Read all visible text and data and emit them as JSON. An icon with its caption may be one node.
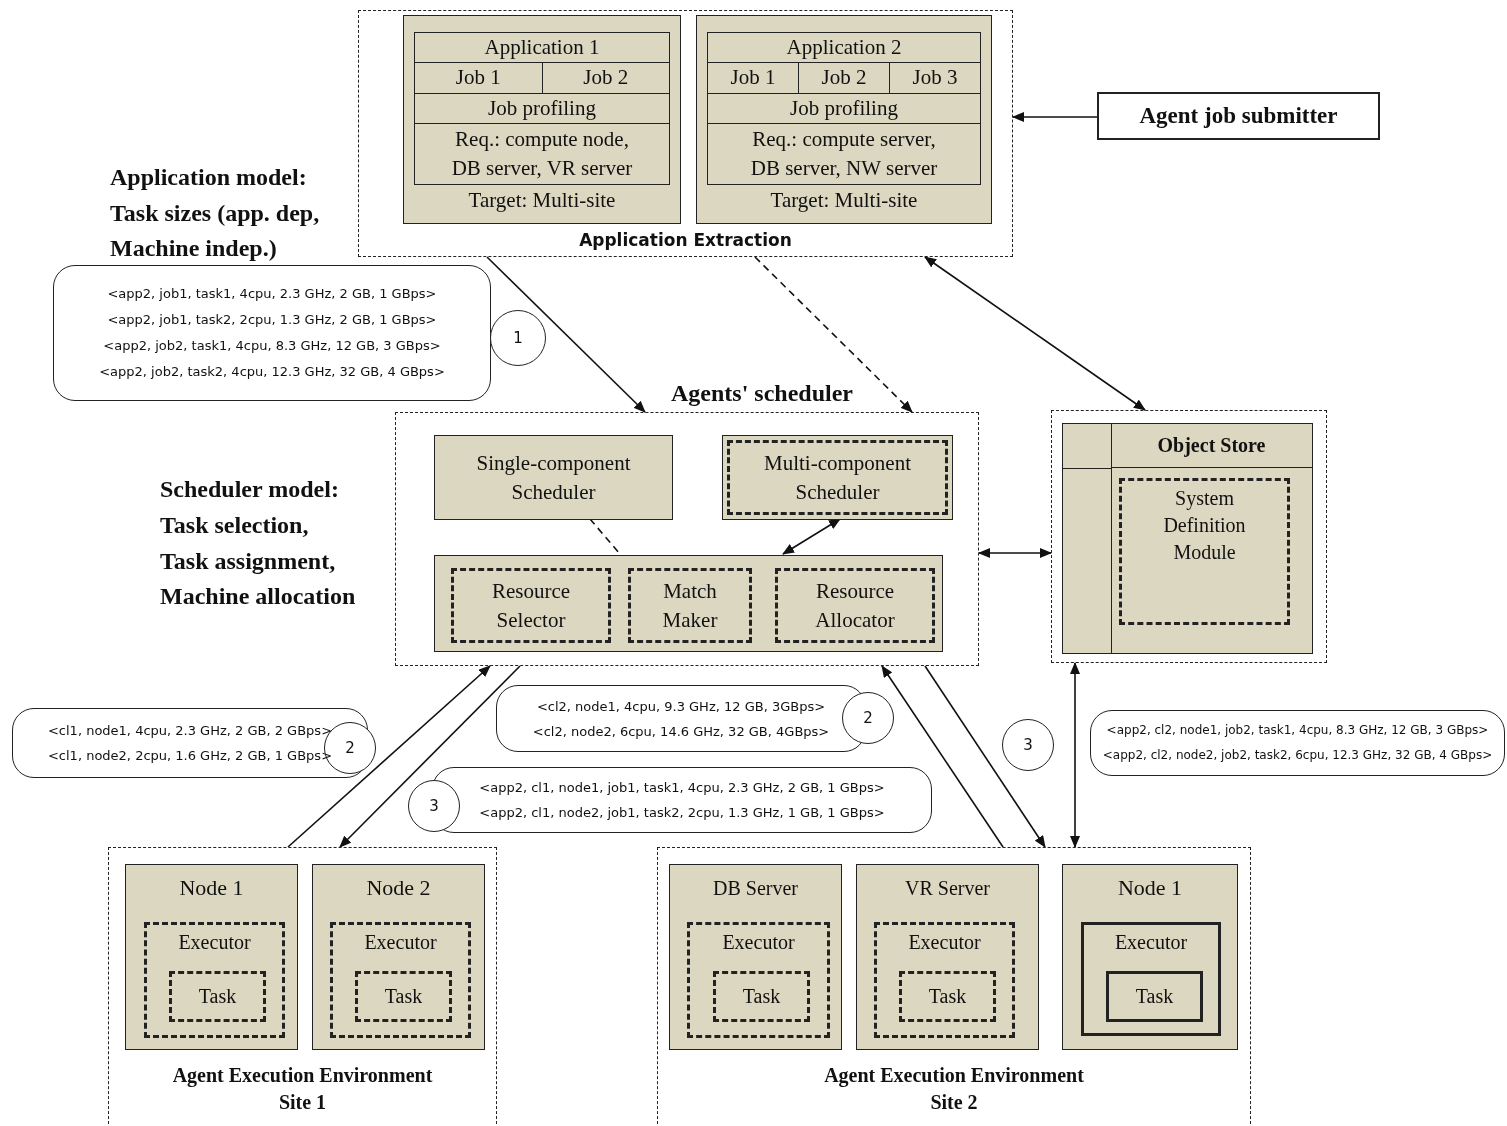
{
  "diagram": {
    "nodes": [
      {
        "text": [
          "Application Extraction"
        ]
      },
      {
        "text": [
          "Application 1",
          "Job 1",
          "Job 2",
          "Job profiling",
          "Req.: compute node, DB server, VR server",
          "Target: Multi-site"
        ],
        "in": 0
      },
      {
        "text": [
          "Application 2",
          "Job 1",
          "Job 2",
          "Job 3",
          "Job profiling",
          "Req.: compute server, DB server, NW server",
          "Target: Multi-site"
        ],
        "in": 0
      },
      {
        "text": [
          "Agent job submitter"
        ]
      },
      {
        "text": [
          "Agents' scheduler"
        ]
      },
      {
        "text": [
          "Single-component Scheduler"
        ],
        "in": 4
      },
      {
        "text": [
          "Multi-component Scheduler"
        ],
        "in": 4
      },
      {
        "text": [],
        "shape": "box",
        "in": 4
      },
      {
        "text": [
          "Resource Selector"
        ],
        "in": 7
      },
      {
        "text": [
          "Match Maker"
        ],
        "in": 7
      },
      {
        "text": [
          "Resource Allocator"
        ],
        "in": 7
      },
      {
        "text": [],
        "shape": "box"
      },
      {
        "text": [
          "Object Store"
        ],
        "in": 11
      },
      {
        "text": [
          "System Definition Module"
        ],
        "in": 12
      },
      {
        "text": [
          "Agent Execution Environment Site 1"
        ]
      },
      {
        "text": [
          "Node 1"
        ],
        "in": 14
      },
      {
        "text": [
          "Executor"
        ],
        "in": 15
      },
      {
        "text": [
          "Task"
        ],
        "in": 16
      },
      {
        "text": [
          "Node 2"
        ],
        "in": 14
      },
      {
        "text": [
          "Executor"
        ],
        "in": 18
      },
      {
        "text": [
          "Task"
        ],
        "in": 19
      },
      {
        "text": [
          "Agent Execution Environment Site 2"
        ]
      },
      {
        "text": [
          "DB Server"
        ],
        "in": 21
      },
      {
        "text": [
          "Executor"
        ],
        "in": 22
      },
      {
        "text": [
          "Task"
        ],
        "in": 23
      },
      {
        "text": [
          "VR Server"
        ],
        "in": 21
      },
      {
        "text": [
          "Executor"
        ],
        "in": 25
      },
      {
        "text": [
          "Task"
        ],
        "in": 26
      },
      {
        "text": [
          "Node 1"
        ],
        "in": 21
      },
      {
        "text": [
          "Executor"
        ],
        "in": 28
      },
      {
        "text": [
          "Task"
        ],
        "in": 29
      },
      {
        "text": [
          "<app2, job1, task1, 4cpu, 2.3 GHz, 2 GB, 1 GBps>",
          "<app2, job1, task2, 2cpu, 1.3 GHz, 2 GB, 1 GBps>",
          "<app2, job2, task1, 4cpu, 8.3 GHz, 12 GB, 3 GBps>",
          "<app2, job2, task2, 4cpu, 12.3 GHz, 32 GB, 4 GBps>"
        ]
      },
      {
        "text": [
          "1"
        ]
      },
      {
        "text": [
          "<cl1, node1, 4cpu, 2.3 GHz, 2 GB, 2 GBps>",
          "<cl1, node2, 2cpu, 1.6 GHz, 2 GB, 1 GBps>"
        ]
      },
      {
        "text": [
          "2"
        ]
      },
      {
        "text": [
          "<cl2, node1, 4cpu, 9.3 GHz, 12 GB, 3GBps>",
          "<cl2, node2, 6cpu, 14.6 GHz, 32 GB, 4GBps>"
        ]
      },
      {
        "text": [
          "2"
        ]
      },
      {
        "text": [
          "<app2, cl1, node1, job1, task1, 4cpu, 2.3 GHz, 2 GB, 1 GBps>",
          "<app2, cl1, node2, job1, task2, 2cpu, 1.3 GHz, 1 GB, 1 GBps>"
        ]
      },
      {
        "text": [
          "3"
        ]
      },
      {
        "text": [
          "<app2, cl2, node1, job2, task1, 4cpu, 8.3 GHz, 12 GB, 3 GBps>",
          "<app2, cl2, node2, job2, task2, 6cpu, 12.3 GHz, 32 GB, 4 GBps>"
        ]
      },
      {
        "text": [
          "3"
        ]
      }
    ],
    "edges": [
      {
        "from": 0,
        "to": 4,
        "arrow": "to"
      },
      {
        "from": 0,
        "to": 4,
        "arrow": "to",
        "style": "dashed"
      },
      {
        "from": 0,
        "to": 11,
        "arrow": "both"
      },
      {
        "from": 3,
        "to": 0,
        "arrow": "to"
      },
      {
        "from": 4,
        "to": 11,
        "arrow": "both"
      },
      {
        "from": 6,
        "to": 7,
        "arrow": "both"
      },
      {
        "from": 5,
        "to": 7,
        "arrow": "none",
        "style": "dashed"
      },
      {
        "from": 14,
        "to": 4,
        "arrow": "to"
      },
      {
        "from": 4,
        "to": 14,
        "arrow": "to"
      },
      {
        "from": 21,
        "to": 4,
        "arrow": "to"
      },
      {
        "from": 4,
        "to": 21,
        "arrow": "to"
      },
      {
        "from": 11,
        "to": 21,
        "arrow": "both"
      }
    ],
    "labels": [
      "Application model:",
      "Task sizes (app. dep,",
      "Machine indep.)",
      "Scheduler model:",
      "Task selection,",
      "Task assignment,",
      "Machine allocation"
    ]
  }
}
